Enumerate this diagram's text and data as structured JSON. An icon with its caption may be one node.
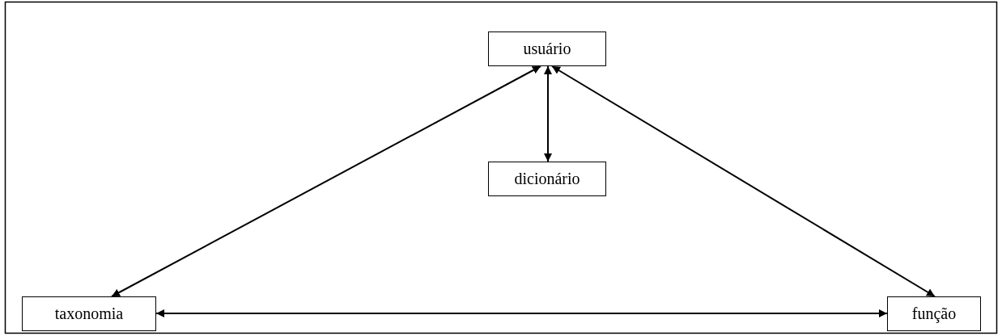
{
  "diagram": {
    "nodes": [
      {
        "text": [
          "usuário"
        ]
      },
      {
        "text": [
          "dicionário"
        ]
      },
      {
        "text": [
          "taxonomia"
        ]
      },
      {
        "text": [
          "função"
        ]
      }
    ],
    "edges": [
      {
        "from": 0,
        "to": 2,
        "arrow": "both"
      },
      {
        "from": 0,
        "to": 1,
        "arrow": "both"
      },
      {
        "from": 0,
        "to": 3,
        "arrow": "both"
      },
      {
        "from": 2,
        "to": 3,
        "arrow": "both"
      }
    ]
  }
}
